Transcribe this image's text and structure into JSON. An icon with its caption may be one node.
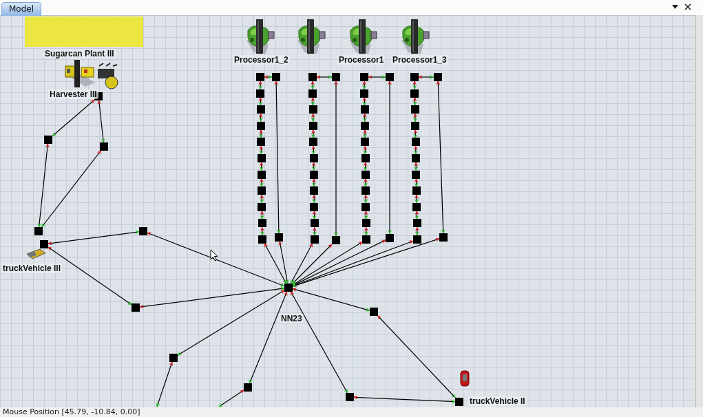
{
  "diagram": {
    "nodes": [
      {
        "text": [],
        "shape": "box"
      },
      {
        "text": [],
        "shape": "picture",
        "beside": [
          "Sugarcan Plant III"
        ]
      },
      {
        "text": [],
        "shape": "picture",
        "beside": [
          "Processor1_2"
        ]
      },
      {
        "text": [],
        "shape": "picture"
      },
      {
        "text": [],
        "shape": "picture",
        "beside": [
          "Processor1"
        ]
      },
      {
        "text": [],
        "shape": "picture",
        "beside": [
          "Processor1_3"
        ]
      },
      {
        "text": [],
        "shape": "box",
        "beside": [
          "Harvester III"
        ]
      },
      {
        "text": [],
        "shape": "box"
      },
      {
        "text": [],
        "shape": "box"
      },
      {
        "text": [],
        "shape": "box"
      },
      {
        "text": [],
        "shape": "box"
      },
      {
        "text": [],
        "shape": "box"
      },
      {
        "text": [],
        "shape": "box"
      },
      {
        "text": [],
        "shape": "box"
      },
      {
        "text": [],
        "shape": "box"
      },
      {
        "text": [],
        "shape": "box"
      },
      {
        "text": [],
        "shape": "box"
      },
      {
        "text": [],
        "shape": "box"
      },
      {
        "text": [],
        "shape": "box"
      },
      {
        "text": [],
        "shape": "box"
      },
      {
        "text": [],
        "shape": "box"
      },
      {
        "text": [],
        "shape": "box"
      },
      {
        "text": [],
        "shape": "box"
      },
      {
        "text": [],
        "shape": "box"
      },
      {
        "text": [],
        "shape": "box"
      },
      {
        "text": [],
        "shape": "box"
      },
      {
        "text": [],
        "shape": "box"
      },
      {
        "text": [],
        "shape": "box"
      },
      {
        "text": [],
        "shape": "box"
      },
      {
        "text": [],
        "shape": "box"
      },
      {
        "text": [],
        "shape": "box"
      },
      {
        "text": [],
        "shape": "box"
      },
      {
        "text": [],
        "shape": "box"
      },
      {
        "text": [],
        "shape": "box"
      },
      {
        "text": [],
        "shape": "box"
      },
      {
        "text": [],
        "shape": "box"
      },
      {
        "text": [],
        "shape": "box"
      },
      {
        "text": [],
        "shape": "box"
      },
      {
        "text": [],
        "shape": "box"
      },
      {
        "text": [],
        "shape": "box"
      },
      {
        "text": [],
        "shape": "box"
      },
      {
        "text": [],
        "shape": "box"
      },
      {
        "text": [],
        "shape": "box"
      },
      {
        "text": [],
        "shape": "box"
      },
      {
        "text": [],
        "shape": "box"
      },
      {
        "text": [],
        "shape": "box"
      },
      {
        "text": [],
        "shape": "box"
      },
      {
        "text": [],
        "shape": "box"
      },
      {
        "text": [],
        "shape": "box"
      },
      {
        "text": [],
        "shape": "box"
      },
      {
        "text": [],
        "shape": "box"
      },
      {
        "text": [],
        "shape": "box"
      },
      {
        "text": [],
        "shape": "box"
      },
      {
        "text": [],
        "shape": "box"
      },
      {
        "text": [],
        "shape": "box"
      },
      {
        "text": [],
        "shape": "box"
      },
      {
        "text": [],
        "shape": "box"
      },
      {
        "text": [],
        "shape": "box"
      },
      {
        "text": [],
        "shape": "box"
      },
      {
        "text": [],
        "shape": "box"
      },
      {
        "text": [],
        "shape": "box"
      },
      {
        "text": [],
        "shape": "box"
      },
      {
        "text": [],
        "shape": "box",
        "beside": [
          "truckVehicle III"
        ]
      },
      {
        "text": [],
        "shape": "box"
      },
      {
        "text": [],
        "shape": "box"
      },
      {
        "text": [],
        "shape": "box",
        "beside": [
          "NN23"
        ]
      },
      {
        "text": [],
        "shape": "box"
      },
      {
        "text": [],
        "shape": "box"
      },
      {
        "text": [],
        "shape": "box"
      },
      {
        "text": [],
        "shape": "box"
      },
      {
        "text": [],
        "shape": "box",
        "beside": [
          "truckVehicle II"
        ]
      }
    ],
    "edges": [
      {
        "from": 6,
        "to": 59,
        "arrow": "both"
      },
      {
        "from": 6,
        "to": 60,
        "arrow": "both"
      },
      {
        "from": 59,
        "to": 61,
        "arrow": "both"
      },
      {
        "from": 60,
        "to": 61,
        "arrow": "both"
      },
      {
        "from": 62,
        "to": 63,
        "arrow": "both"
      },
      {
        "from": 63,
        "to": 65,
        "arrow": "both"
      },
      {
        "from": 62,
        "to": 64,
        "arrow": "both"
      },
      {
        "from": 64,
        "to": 65,
        "arrow": "both"
      },
      {
        "from": 7,
        "to": 8,
        "arrow": "both"
      },
      {
        "from": 8,
        "to": 9,
        "arrow": "both"
      },
      {
        "from": 9,
        "to": 10,
        "arrow": "both"
      },
      {
        "from": 10,
        "to": 11,
        "arrow": "both"
      },
      {
        "from": 11,
        "to": 12,
        "arrow": "both"
      },
      {
        "from": 12,
        "to": 13,
        "arrow": "both"
      },
      {
        "from": 13,
        "to": 14,
        "arrow": "both"
      },
      {
        "from": 14,
        "to": 15,
        "arrow": "both"
      },
      {
        "from": 15,
        "to": 16,
        "arrow": "both"
      },
      {
        "from": 16,
        "to": 17,
        "arrow": "both"
      },
      {
        "from": 7,
        "to": 18,
        "arrow": "both"
      },
      {
        "from": 18,
        "to": 19,
        "arrow": "both"
      },
      {
        "from": 17,
        "to": 65,
        "arrow": "both"
      },
      {
        "from": 19,
        "to": 65,
        "arrow": "both"
      },
      {
        "from": 20,
        "to": 21,
        "arrow": "both"
      },
      {
        "from": 21,
        "to": 22,
        "arrow": "both"
      },
      {
        "from": 22,
        "to": 23,
        "arrow": "both"
      },
      {
        "from": 23,
        "to": 24,
        "arrow": "both"
      },
      {
        "from": 24,
        "to": 25,
        "arrow": "both"
      },
      {
        "from": 25,
        "to": 26,
        "arrow": "both"
      },
      {
        "from": 26,
        "to": 27,
        "arrow": "both"
      },
      {
        "from": 27,
        "to": 28,
        "arrow": "both"
      },
      {
        "from": 28,
        "to": 29,
        "arrow": "both"
      },
      {
        "from": 29,
        "to": 30,
        "arrow": "both"
      },
      {
        "from": 20,
        "to": 31,
        "arrow": "both"
      },
      {
        "from": 31,
        "to": 32,
        "arrow": "both"
      },
      {
        "from": 30,
        "to": 65,
        "arrow": "both"
      },
      {
        "from": 32,
        "to": 65,
        "arrow": "both"
      },
      {
        "from": 33,
        "to": 34,
        "arrow": "both"
      },
      {
        "from": 34,
        "to": 35,
        "arrow": "both"
      },
      {
        "from": 35,
        "to": 36,
        "arrow": "both"
      },
      {
        "from": 36,
        "to": 37,
        "arrow": "both"
      },
      {
        "from": 37,
        "to": 38,
        "arrow": "both"
      },
      {
        "from": 38,
        "to": 39,
        "arrow": "both"
      },
      {
        "from": 39,
        "to": 40,
        "arrow": "both"
      },
      {
        "from": 40,
        "to": 41,
        "arrow": "both"
      },
      {
        "from": 41,
        "to": 42,
        "arrow": "both"
      },
      {
        "from": 42,
        "to": 43,
        "arrow": "both"
      },
      {
        "from": 33,
        "to": 44,
        "arrow": "both"
      },
      {
        "from": 44,
        "to": 45,
        "arrow": "both"
      },
      {
        "from": 43,
        "to": 65,
        "arrow": "both"
      },
      {
        "from": 45,
        "to": 65,
        "arrow": "both"
      },
      {
        "from": 46,
        "to": 47,
        "arrow": "both"
      },
      {
        "from": 47,
        "to": 48,
        "arrow": "both"
      },
      {
        "from": 48,
        "to": 49,
        "arrow": "both"
      },
      {
        "from": 49,
        "to": 50,
        "arrow": "both"
      },
      {
        "from": 50,
        "to": 51,
        "arrow": "both"
      },
      {
        "from": 51,
        "to": 52,
        "arrow": "both"
      },
      {
        "from": 52,
        "to": 53,
        "arrow": "both"
      },
      {
        "from": 53,
        "to": 54,
        "arrow": "both"
      },
      {
        "from": 54,
        "to": 55,
        "arrow": "both"
      },
      {
        "from": 55,
        "to": 56,
        "arrow": "both"
      },
      {
        "from": 46,
        "to": 57,
        "arrow": "both"
      },
      {
        "from": 57,
        "to": 58,
        "arrow": "both"
      },
      {
        "from": 56,
        "to": 65,
        "arrow": "both"
      },
      {
        "from": 58,
        "to": 65,
        "arrow": "both"
      },
      {
        "from": 65,
        "to": 66,
        "arrow": "both"
      },
      {
        "from": 66,
        "to": 70,
        "arrow": "both"
      },
      {
        "from": 65,
        "to": 67,
        "arrow": "both"
      },
      {
        "from": 65,
        "to": 68,
        "arrow": "both"
      },
      {
        "from": 65,
        "to": 69,
        "arrow": "both"
      },
      {
        "from": 69,
        "to": 70,
        "arrow": "both"
      },
      {
        "from": 67,
        "to": null,
        "arrow": "both"
      },
      {
        "from": 68,
        "to": null,
        "arrow": "both"
      }
    ],
    "labels": [
      "Model",
      "Mouse Position [45.79, -10.84, 0.00]"
    ]
  }
}
